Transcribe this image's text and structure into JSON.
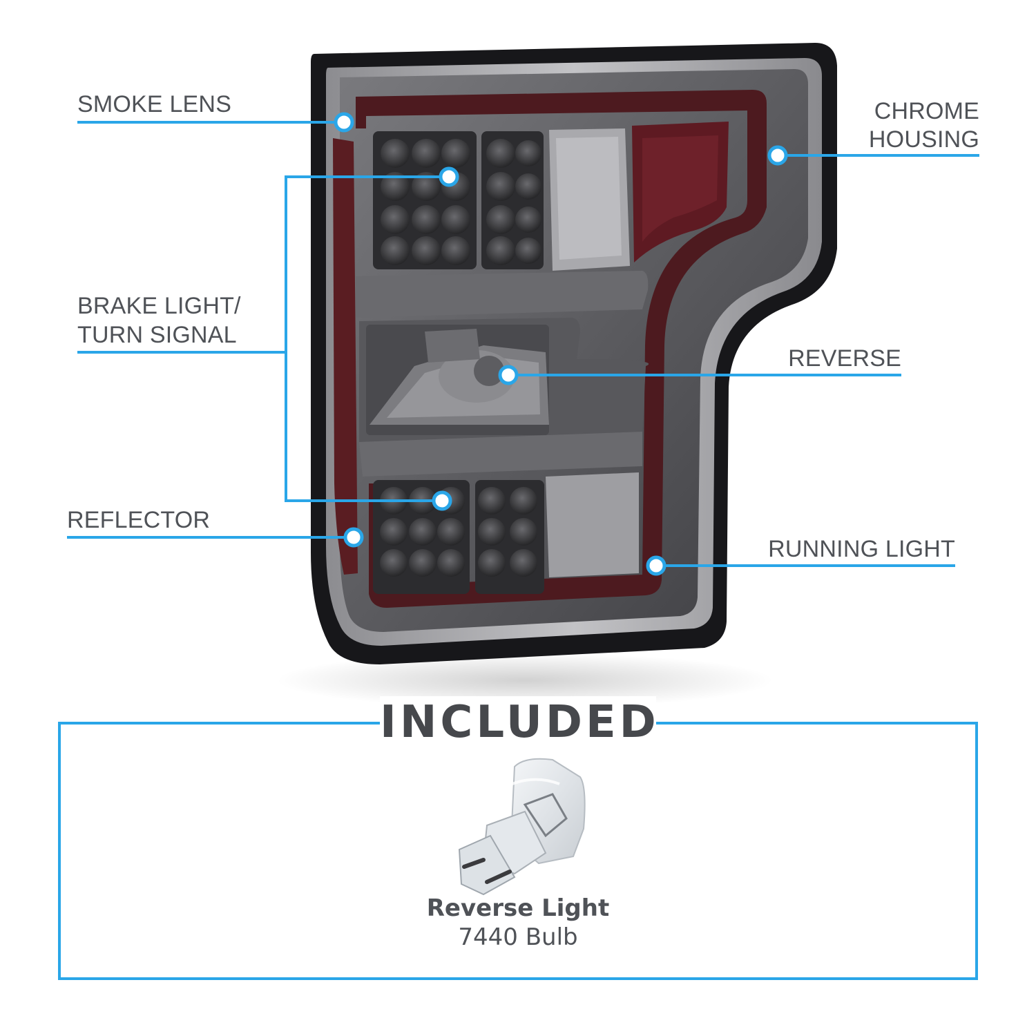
{
  "callouts": {
    "smoke_lens": "SMOKE LENS",
    "chrome_housing_line1": "CHROME",
    "chrome_housing_line2": "HOUSING",
    "brake_turn_line1": "BRAKE LIGHT/",
    "brake_turn_line2": "TURN SIGNAL",
    "reverse": "REVERSE",
    "reflector": "REFLECTOR",
    "running_light": "RUNNING LIGHT"
  },
  "included": {
    "title": "INCLUDED",
    "item_name": "Reverse Light",
    "item_spec": "7440 Bulb"
  },
  "colors": {
    "accent_blue": "#2aa6e8",
    "label_gray": "#4f5257",
    "housing_black": "#1a1a1c",
    "lens_smoke": "#6e6e72",
    "red_accent": "#5a1d22"
  },
  "icons": {
    "product": "tail-light-assembly-image",
    "bulb": "wedge-bulb-image"
  }
}
